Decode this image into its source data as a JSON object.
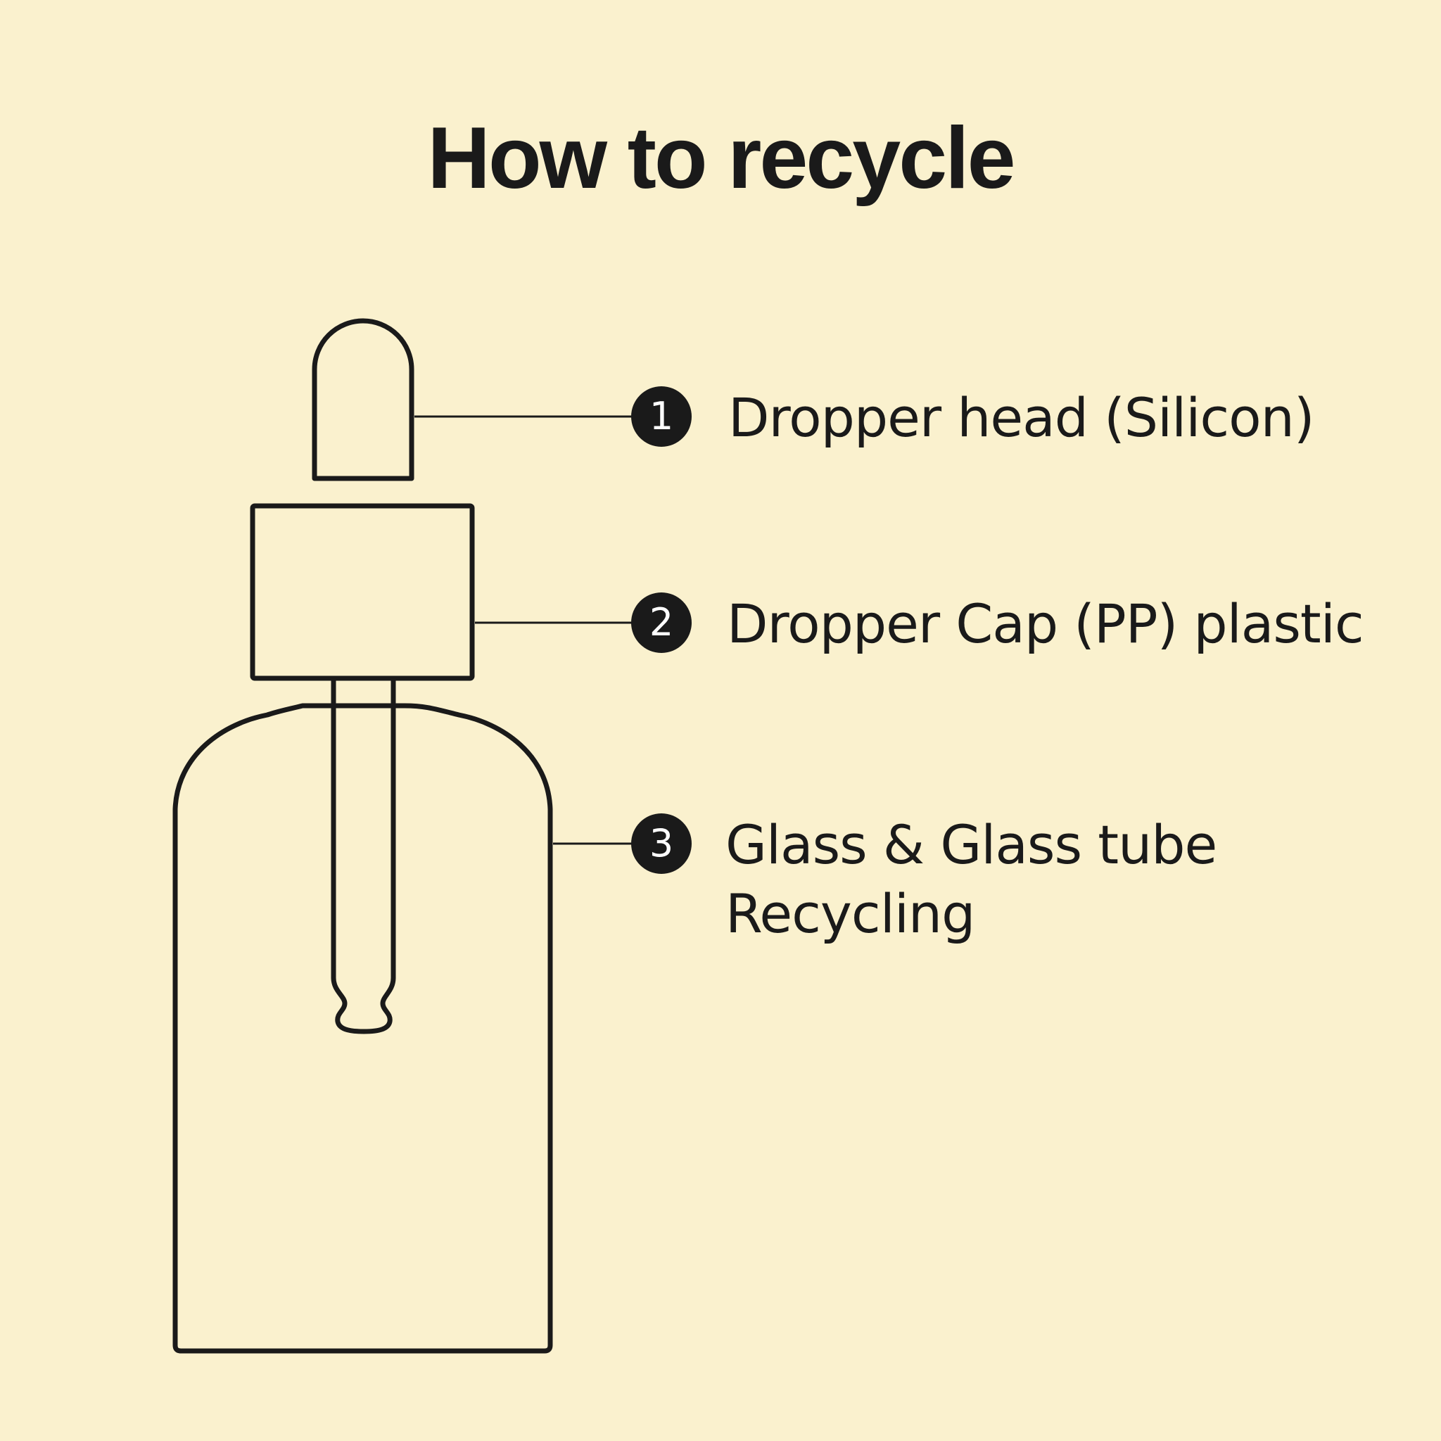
{
  "title": "How to recycle",
  "colors": {
    "background": "#FAF1CE",
    "ink": "#1A1A1A",
    "badge_text": "#FFFFFF"
  },
  "parts": [
    {
      "number": "1",
      "lines": [
        "Dropper head (Silicon)"
      ]
    },
    {
      "number": "2",
      "lines": [
        "Dropper Cap (PP) plastic"
      ]
    },
    {
      "number": "3",
      "lines": [
        "Glass & Glass tube",
        "Recycling"
      ]
    }
  ]
}
